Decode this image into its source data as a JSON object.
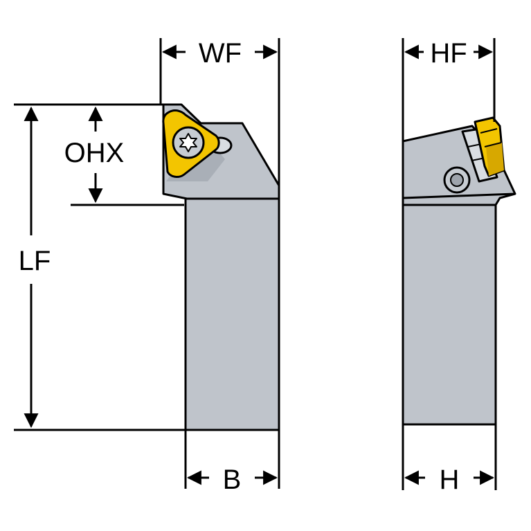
{
  "labels": {
    "wf": "WF",
    "hf": "HF",
    "ohx": "OHX",
    "lf": "LF",
    "b": "B",
    "h": "H"
  },
  "colors": {
    "line": "#000000",
    "body": "#bfc4cb",
    "insert": "#f3c500",
    "insert_shadow": "#c89a00",
    "screw": "#aeb4bc",
    "background": "#ffffff"
  }
}
